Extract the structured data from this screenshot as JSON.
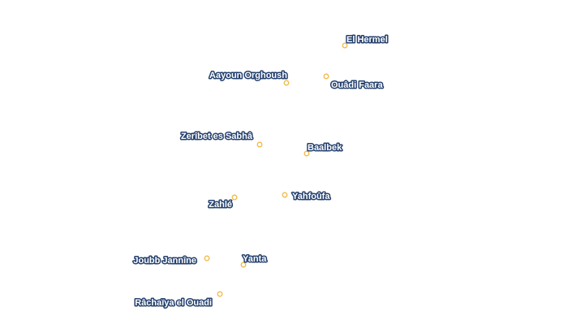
{
  "map": {
    "marker_color": "#f2b94a",
    "label_fill": "#ffffff",
    "label_halo": "#24406e",
    "places": [
      {
        "name": "El Hermel"
      },
      {
        "name": "Aayoun Orghoush"
      },
      {
        "name": "Ouâdi Faara"
      },
      {
        "name": "Zerîbet es Sabhâ"
      },
      {
        "name": "Baalbek"
      },
      {
        "name": "Yahfoûfa"
      },
      {
        "name": "Zahlé"
      },
      {
        "name": "Joubb Jannîne"
      },
      {
        "name": "Yanta"
      },
      {
        "name": "Râchaïya el Ouadi"
      }
    ]
  }
}
